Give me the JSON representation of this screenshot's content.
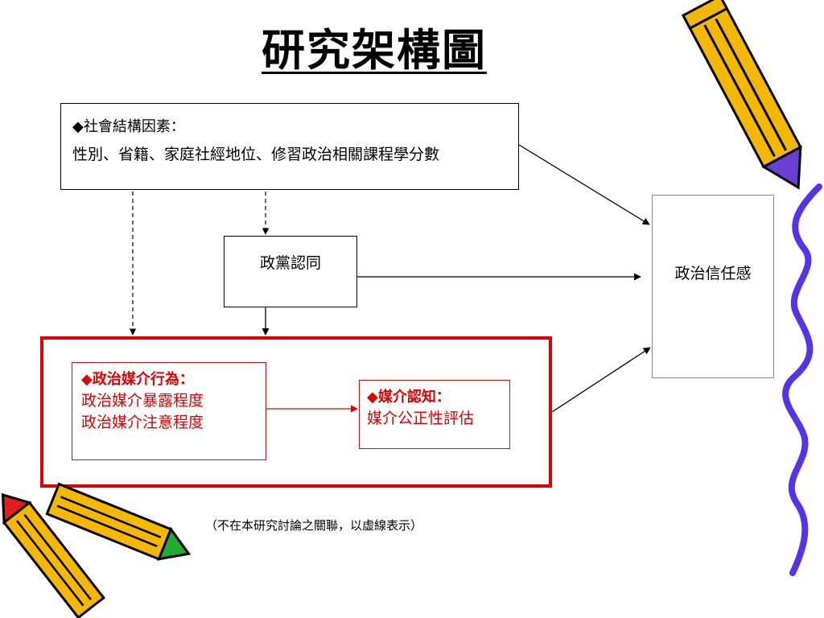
{
  "title": "研究架構圖",
  "social_box": {
    "heading": "◆社會結構因素：",
    "factors": "性別、省籍、家庭社經地位、修習政治相關課程學分數"
  },
  "party_box": {
    "label": "政黨認同"
  },
  "trust_box": {
    "label": "政治信任感"
  },
  "behavior_box": {
    "heading": "◆政治媒介行為：",
    "lines": [
      "政治媒介暴露程度",
      "政治媒介注意程度"
    ]
  },
  "cognition_box": {
    "heading": "◆媒介認知：",
    "lines": [
      "媒介公正性評估"
    ]
  },
  "note": "（不在本研究討論之關聯，以虛線表示）",
  "colors": {
    "accent_red": "#e00000",
    "pencil_yellow": "#f5b800",
    "pencil_purple": "#6b3fd6",
    "squiggle_blue": "#5533ee"
  },
  "decorations": [
    "pencil-icon",
    "pencil-icon",
    "pencil-icon",
    "squiggle-line"
  ]
}
